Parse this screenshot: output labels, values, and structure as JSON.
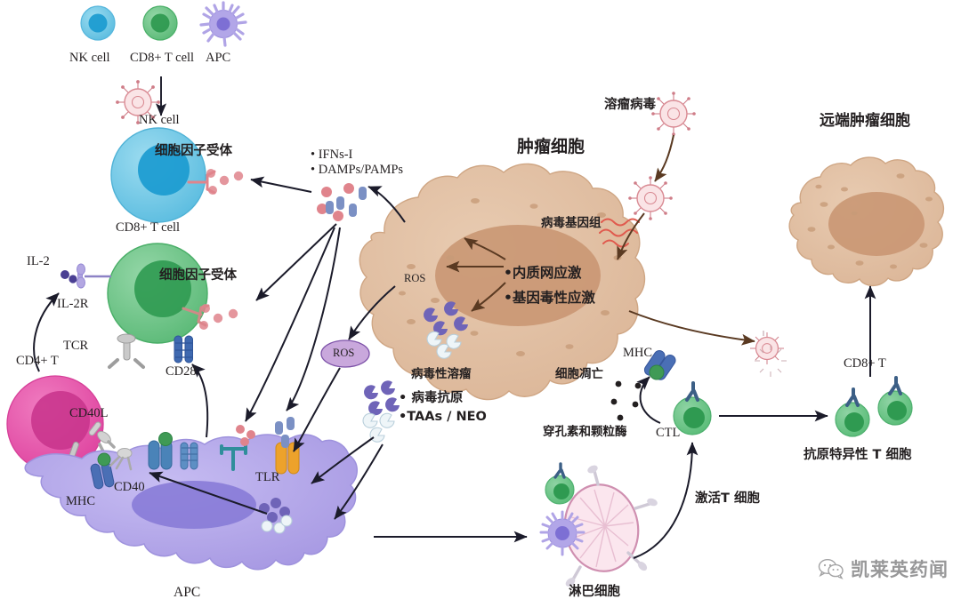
{
  "figure": {
    "kind": "oncolytic-virus-immune-response-schematic",
    "background": "#ffffff"
  },
  "legend": {
    "items": [
      {
        "label": "NK cell",
        "icon": "nk-cell-icon",
        "color": "#3ba9d8"
      },
      {
        "label": "CD8+ T cell",
        "icon": "cd8-t-cell-icon",
        "color": "#3fa95a"
      },
      {
        "label": "APC",
        "icon": "apc-cell-icon",
        "color": "#9b8fe0"
      }
    ]
  },
  "labels": {
    "nk_cell_arrow_target": "NK cell",
    "nk_cell_big": "NK cell",
    "nk_cytokine_receptor": "细胞因子受体",
    "cd8_t_cell_big": "CD8+ T cell",
    "cd8_cytokine_receptor": "细胞因子受体",
    "il2": "IL-2",
    "il2r": "IL-2R",
    "tcr": "TCR",
    "cd28": "CD28",
    "cd4_t": "CD4+ T",
    "cd40l": "CD40L",
    "cd40": "CD40",
    "mhc_apc": "MHC",
    "tlr": "TLR",
    "apc": "APC",
    "ifns_line1": "• IFNs-I",
    "ifns_line2": "• DAMPs/PAMPs",
    "ros_1": "ROS",
    "ros_2": "ROS",
    "oncolytic_virus": "溶瘤病毒",
    "tumor_cell": "肿瘤细胞",
    "viral_genome": "病毒基因组",
    "stress_line1": "•内质网应激",
    "stress_line2": "•基因毒性应激",
    "viral_oncolysis": "病毒性溶瘤",
    "apoptosis": "细胞凋亡",
    "viral_antigen_line1": "• 病毒抗原",
    "viral_antigen_line2": "•TAAs / NEO",
    "perforin_granzyme": "穿孔素和颗粒酶",
    "mhc_tumor": "MHC",
    "ctl": "CTL",
    "activate_t_cell": "激活T 细胞",
    "lymphocyte": "淋巴细胞",
    "distal_tumor_cell": "远端肿瘤细胞",
    "cd8_t_right": "CD8+ T",
    "antigen_specific_t_cells": "抗原特异性 T 细胞"
  },
  "watermark": {
    "text": "凯莱英药闻",
    "icon": "wechat-logo-icon"
  },
  "colors": {
    "nk_outer": "#6fc5e4",
    "nk_inner": "#1b9bd0",
    "cd8_outer": "#6dc389",
    "cd8_inner": "#2f9a51",
    "apc_body": "#b2a6e8",
    "apc_nucleus": "#8578d6",
    "cd4_outer": "#e456a8",
    "cd4_nucleus": "#c8348c",
    "tumor_cyto": "#e1bfa2",
    "tumor_nucleus": "#c89572",
    "ros_fill": "#c9a8dc",
    "ros_stroke": "#7d52a8",
    "virus_fill": "#fae4e6",
    "virus_stroke": "#d98a93",
    "cytokine_pink": "#e0848c",
    "cytokine_blue": "#7b90c4",
    "antigen_purple": "#6f64b8",
    "antigen_pale": "#d9e6ee",
    "lymph_fill": "#fbe6ee",
    "lymph_stroke": "#cf8fb0",
    "mhc_blue": "#4a6fb5",
    "mhc_green": "#3f9a55",
    "tlr_orange": "#eda22b",
    "teal_receptor": "#2f8e9b",
    "arrow": "#1b1b2a",
    "text": "#231f20"
  }
}
